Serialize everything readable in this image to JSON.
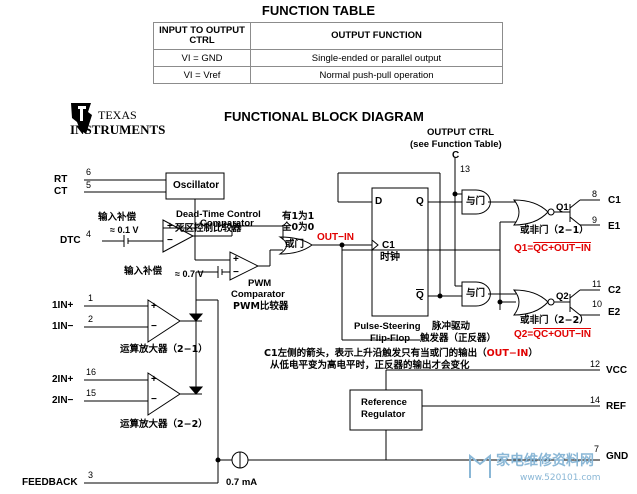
{
  "function_table": {
    "title": "FUNCTION TABLE",
    "col_input": "INPUT TO OUTPUT CTRL",
    "col_output": "OUTPUT FUNCTION",
    "rows": [
      {
        "input": "VI = GND",
        "output": "Single-ended or parallel output"
      },
      {
        "input": "VI = Vref",
        "output": "Normal push-pull operation"
      }
    ]
  },
  "logo": {
    "line1": "TEXAS",
    "line2": "INSTRUMENTS"
  },
  "diagram": {
    "title": "FUNCTIONAL BLOCK DIAGRAM",
    "output_ctrl": "OUTPUT CTRL",
    "see_table": "(see Function Table)",
    "pins": {
      "rt": "RT",
      "rt_num": "6",
      "ct": "CT",
      "ct_num": "5",
      "dtc": "DTC",
      "dtc_num": "4",
      "in1p": "1IN+",
      "in1p_num": "1",
      "in1m": "1IN−",
      "in1m_num": "2",
      "in2p": "2IN+",
      "in2p_num": "16",
      "in2m": "2IN−",
      "in2m_num": "15",
      "feedback": "FEEDBACK",
      "feedback_num": "3",
      "c_label": "C",
      "c_num": "13",
      "c1": "C1",
      "c1_num": "8",
      "e1": "E1",
      "e1_num": "9",
      "c2": "C2",
      "c2_num": "11",
      "e2": "E2",
      "e2_num": "10",
      "vcc": "VCC",
      "vcc_num": "12",
      "ref": "REF",
      "ref_num": "14",
      "gnd": "GND",
      "gnd_num": "7"
    },
    "blocks": {
      "oscillator": "Oscillator",
      "ref_line1": "Reference",
      "ref_line2": "Regulator",
      "ff_d": "D",
      "ff_q": "Q",
      "ff_qbar": "Q",
      "ff_c1": "C1",
      "ff_clock_cn": "时钟"
    },
    "labels": {
      "deadtime_en1": "Dead-Time Control",
      "deadtime_en2": "Comparator",
      "deadtime_cn": "死区控制比较器",
      "input_comp_cn1": "输入补偿",
      "v01": "≈ 0.1 V",
      "input_comp_cn2": "输入补偿",
      "v07": "≈ 0.7 V",
      "pwm_en1": "PWM",
      "pwm_en2": "Comparator",
      "pwm_cn": "PWM比较器",
      "or_cn1": "有1为1",
      "or_cn2": "全0为0",
      "or_gate": "或门",
      "out_in": "OUT−IN",
      "and_gate1": "与门",
      "and_gate2": "与门",
      "nor1_cn": "或非门（2−1）",
      "nor2_cn": "或非门（2−2）",
      "q1_label": "Q1",
      "q2_label": "Q2",
      "q1_eq_a": "Q1=",
      "q1_eq_b": "QC+OUT−IN",
      "q2_eq_a": "Q2=",
      "q2_eq_b": "QC+OUT−IN",
      "pulse_en1": "Pulse-Steering",
      "pulse_cn1": "脉冲驱动",
      "pulse_en2": "Flip-Flop",
      "pulse_cn2": "触发器（正反器）",
      "amp1_cn": "运算放大器（2−1）",
      "amp2_cn": "运算放大器（2−2）",
      "note1_a": "C1左侧的箭头，表示上升沿触发只有当或门的输出（",
      "note1_b": "OUT−IN",
      "note1_c": "）",
      "note2": "从低电平变为高电平时，正反器的输出才会变化",
      "i07": "0.7 mA",
      "plus": "+",
      "minus": "−"
    }
  },
  "watermark": {
    "cn": "家电维修资料网",
    "url": "www.520101.com"
  }
}
